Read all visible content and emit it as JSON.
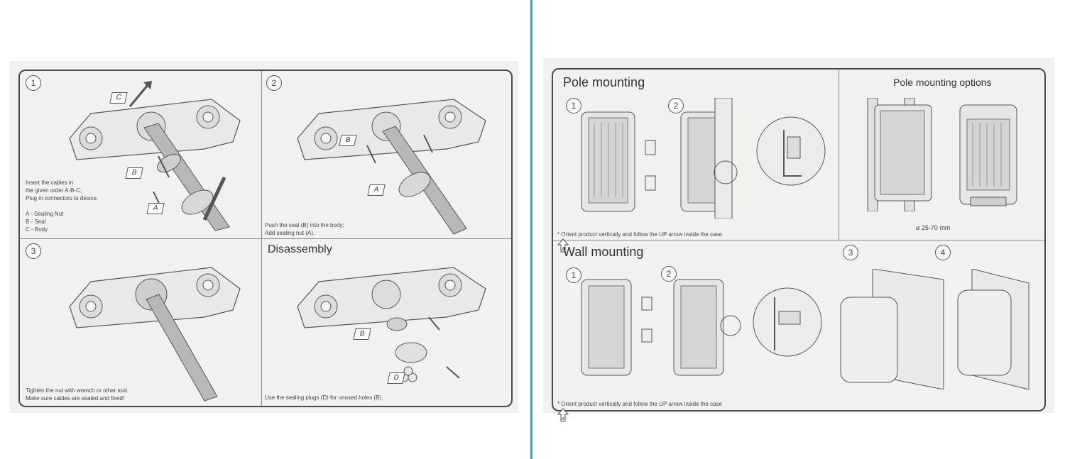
{
  "cable_sheet": {
    "panels": [
      {
        "step": "1",
        "title": "",
        "caption": "Insert the cables in\nthe given order A-B-C;\nPlug in connectors to device.\n\nA - Sealing Nut\nB - Seal\nC - Body",
        "tags": [
          "C",
          "B",
          "A"
        ]
      },
      {
        "step": "2",
        "title": "",
        "caption": "Push the seal (B) into the body;\nAdd sealing nut (A).",
        "tags": [
          "B",
          "A"
        ]
      },
      {
        "step": "3",
        "title": "",
        "caption": "Tighten the nut with wrench or other tool.\nMake sure cables are sealed and fixed!",
        "tags": []
      },
      {
        "step": "",
        "title": "Disassembly",
        "caption": "Use the sealing plugs (D) for unused holes (B).",
        "tags": [
          "B",
          "D"
        ]
      }
    ]
  },
  "mount_sheet": {
    "pole": {
      "title": "Pole mounting",
      "steps": [
        "1",
        "2"
      ],
      "note": "* Orient product vertically and follow the UP arrow inside the case",
      "up_label": "UP"
    },
    "pole_options": {
      "title": "Pole mounting options",
      "diameter": "⌀ 25-70 mm"
    },
    "wall": {
      "title": "Wall mounting",
      "steps": [
        "1",
        "2",
        "3",
        "4"
      ],
      "note": "* Orient product vertically and follow the UP arrow inside the case",
      "up_label": "UP"
    }
  },
  "colors": {
    "divider": "#3aa5a4",
    "frame": "#4a4a4a",
    "paper": "#f1f1ef"
  },
  "icons": [
    "up-arrow-icon",
    "cable-gland-illustration",
    "device-enclosure-illustration",
    "pole-illustration",
    "wall-illustration"
  ]
}
